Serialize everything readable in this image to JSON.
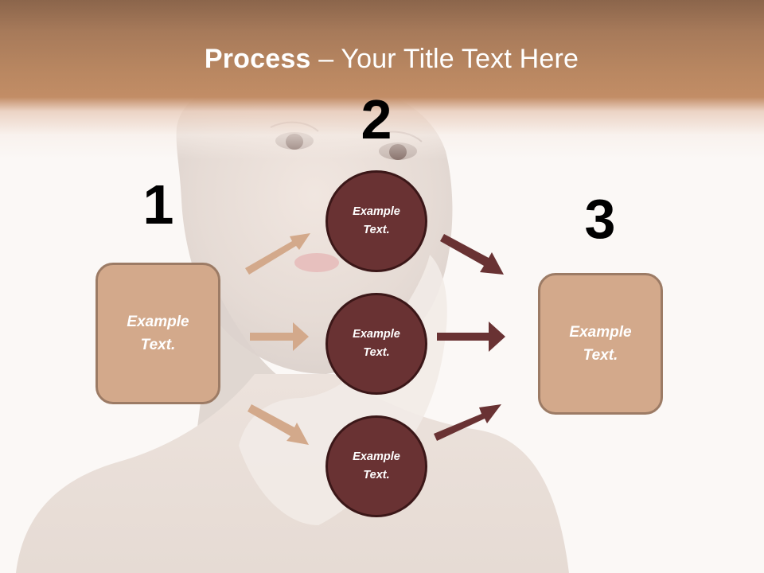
{
  "slide": {
    "title_bold": "Process",
    "title_rest": " – Your Title Text Here"
  },
  "colors": {
    "header_top": "#8b654b",
    "header_bottom": "#c28d66",
    "background": "#fbf8f6",
    "box_fill": "#d3a98b",
    "box_border": "#9c7b65",
    "circle_fill": "#693233",
    "circle_border": "#3b1718",
    "arrow_light": "#d3a98b",
    "arrow_dark": "#693233"
  },
  "steps": [
    {
      "number": "1",
      "label": "Example Text."
    },
    {
      "number": "2",
      "label": "Example Text."
    },
    {
      "number": "3",
      "label": "Example Text."
    }
  ],
  "circles": [
    {
      "label_line1": "Example",
      "label_line2": "Text."
    },
    {
      "label_line1": "Example",
      "label_line2": "Text."
    },
    {
      "label_line1": "Example",
      "label_line2": "Text."
    }
  ],
  "boxes": [
    {
      "label_line1": "Example",
      "label_line2": "Text."
    },
    {
      "label_line1": "Example",
      "label_line2": "Text."
    }
  ],
  "arrows": {
    "left": [
      "arrow-up-right",
      "arrow-right",
      "arrow-down-right"
    ],
    "right": [
      "arrow-down-right",
      "arrow-right",
      "arrow-up-right"
    ]
  }
}
